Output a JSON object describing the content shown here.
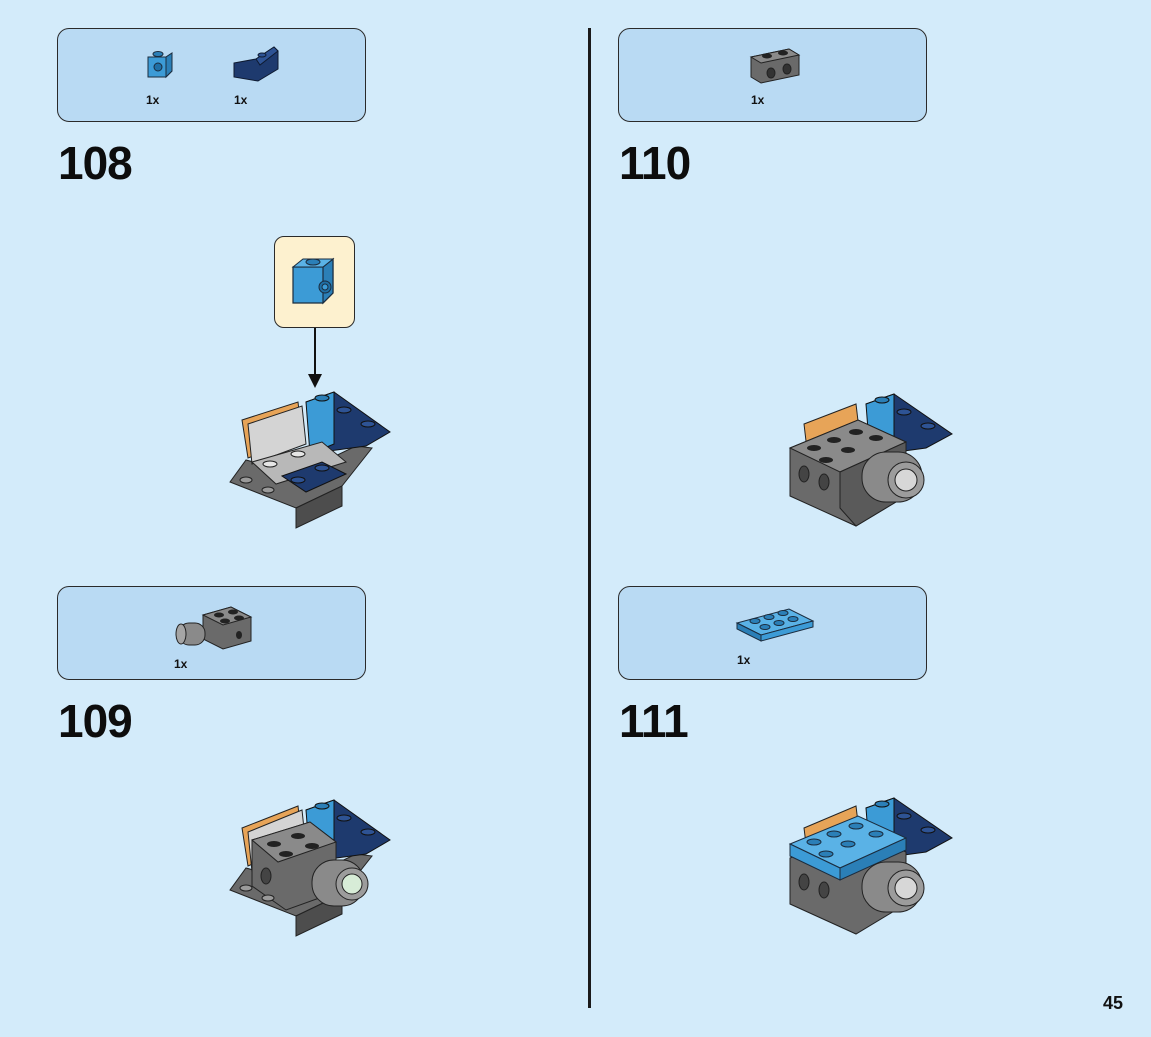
{
  "page": {
    "number": "45"
  },
  "steps": [
    {
      "number": "108",
      "parts": [
        {
          "qty": "1x",
          "icon": "light-blue-brick-1x1-with-stud-side"
        },
        {
          "qty": "1x",
          "icon": "dark-blue-slope-brick"
        }
      ],
      "callout_icon": "light-blue-brick-1x1-with-stud-side"
    },
    {
      "number": "109",
      "parts": [
        {
          "qty": "1x",
          "icon": "dark-gray-brick-with-round-connector"
        }
      ]
    },
    {
      "number": "110",
      "parts": [
        {
          "qty": "1x",
          "icon": "dark-gray-brick-1x2-with-holes"
        }
      ]
    },
    {
      "number": "111",
      "parts": [
        {
          "qty": "1x",
          "icon": "light-blue-plate-2x3"
        }
      ]
    }
  ],
  "colors": {
    "background": "#d3ebfa",
    "parts_box": "#b9daf3",
    "callout": "#fdf1cf",
    "light_blue": "#3c9bd6",
    "dark_blue": "#1e3a6e",
    "dark_gray": "#5a5a5a",
    "light_gray": "#c9c9c9",
    "tan": "#e7a458",
    "black": "#2a2a2a"
  }
}
